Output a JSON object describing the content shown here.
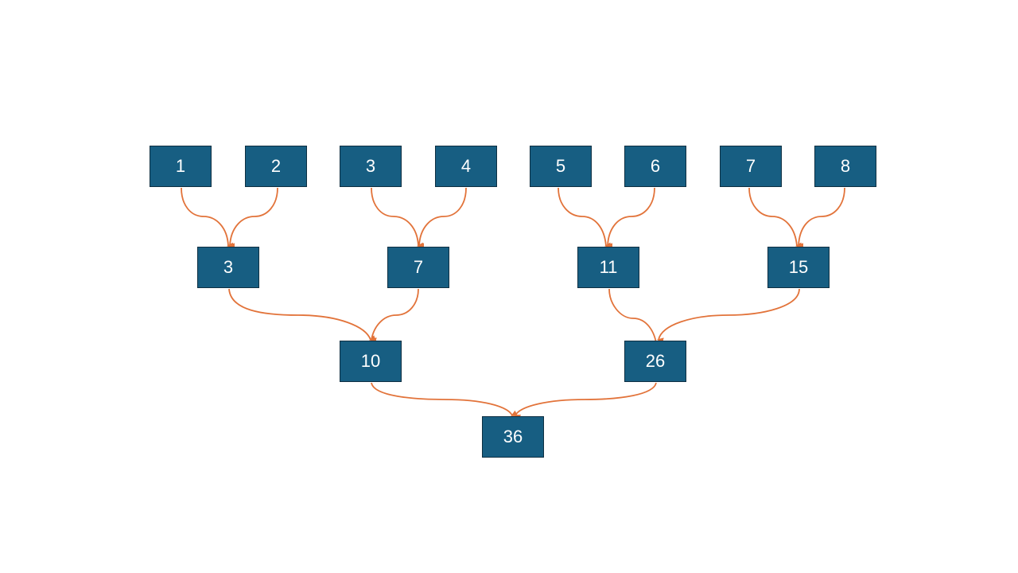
{
  "colors": {
    "node_fill": "#175e82",
    "node_border": "#0e2f42",
    "arrow": "#e2733a",
    "text": "#ffffff"
  },
  "levels": [
    [
      "1",
      "2",
      "3",
      "4",
      "5",
      "6",
      "7",
      "8"
    ],
    [
      "3",
      "7",
      "11",
      "15"
    ],
    [
      "10",
      "26"
    ],
    [
      "36"
    ]
  ]
}
